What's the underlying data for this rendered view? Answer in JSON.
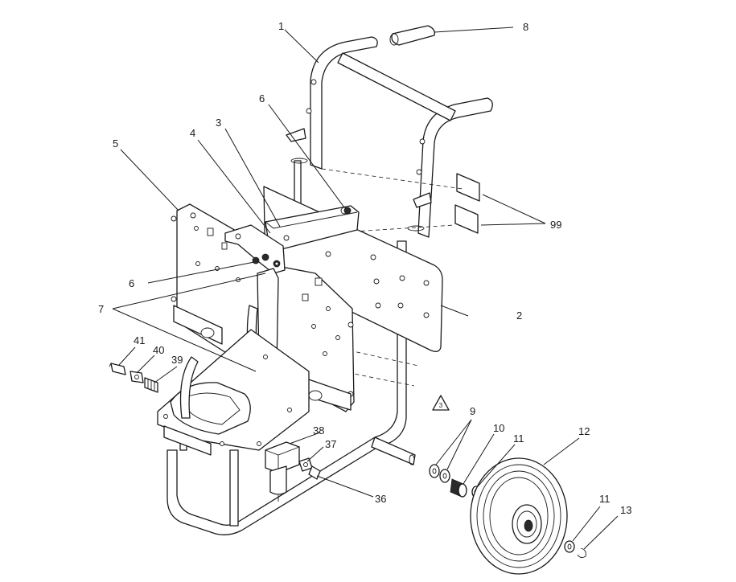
{
  "callouts": {
    "c1": "1",
    "c2": "2",
    "c3": "3",
    "c4": "4",
    "c5": "5",
    "c6a": "6",
    "c6b": "6",
    "c7": "7",
    "c8": "8",
    "c9": "9",
    "c10": "10",
    "c11a": "11",
    "c11b": "11",
    "c12": "12",
    "c13": "13",
    "c36": "36",
    "c37": "37",
    "c38": "38",
    "c39": "39",
    "c40": "40",
    "c41": "41",
    "c99": "99",
    "warning_triangle": "3"
  }
}
